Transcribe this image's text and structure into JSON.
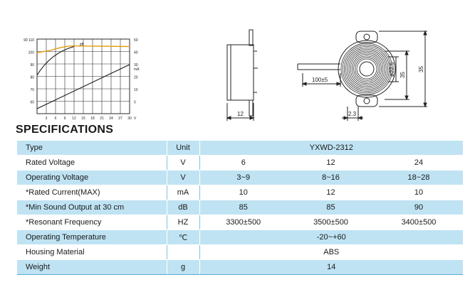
{
  "graph": {
    "y_left_ticks": [
      "90 110",
      "100",
      "90",
      "80",
      "70",
      "60"
    ],
    "y_right_ticks": [
      "50",
      "40",
      "30",
      "20",
      "10",
      "0"
    ],
    "x_ticks": [
      "3",
      "6",
      "9",
      "12",
      "15",
      "18",
      "21",
      "24",
      "27",
      "30"
    ],
    "y_right_label": "mA",
    "x_label": "V",
    "curve_label": "dB",
    "spl_color": "#e3a21a",
    "grid_color": "#2a2a2a"
  },
  "side_view": {
    "dim_width": "12"
  },
  "front_view": {
    "dim_lead_length": "100±5",
    "dim_inner_diameter": "ø22.5",
    "dim_height_mid": "35",
    "dim_height_outer": "35",
    "dim_pitch": "2.3"
  },
  "specifications": {
    "title": "SPECIFICATIONS",
    "header": {
      "name": "Type",
      "unit": "Unit",
      "value": "YXWD-2312"
    },
    "rows": [
      {
        "name": "Rated Voltage",
        "unit": "V",
        "values": [
          "6",
          "12",
          "24"
        ]
      },
      {
        "name": "Operating Voltage",
        "unit": "V",
        "values": [
          "3~9",
          "8~16",
          "18~28"
        ]
      },
      {
        "name": "*Rated Current(MAX)",
        "unit": "mA",
        "values": [
          "10",
          "12",
          "10"
        ]
      },
      {
        "name": "*Min Sound Output at 30 cm",
        "unit": "dB",
        "values": [
          "85",
          "85",
          "90"
        ]
      },
      {
        "name": "*Resonant Frequency",
        "unit": "HZ",
        "values": [
          "3300±500",
          "3500±500",
          "3400±500"
        ]
      },
      {
        "name": "Operating Temperature",
        "unit": "℃",
        "value": "-20~+60"
      },
      {
        "name": "Housing Material",
        "unit": "",
        "value": "ABS"
      },
      {
        "name": "Weight",
        "unit": "g",
        "value": "14"
      }
    ],
    "colors": {
      "shade": "#bfe3f3",
      "border": "#5aa9d4"
    }
  }
}
